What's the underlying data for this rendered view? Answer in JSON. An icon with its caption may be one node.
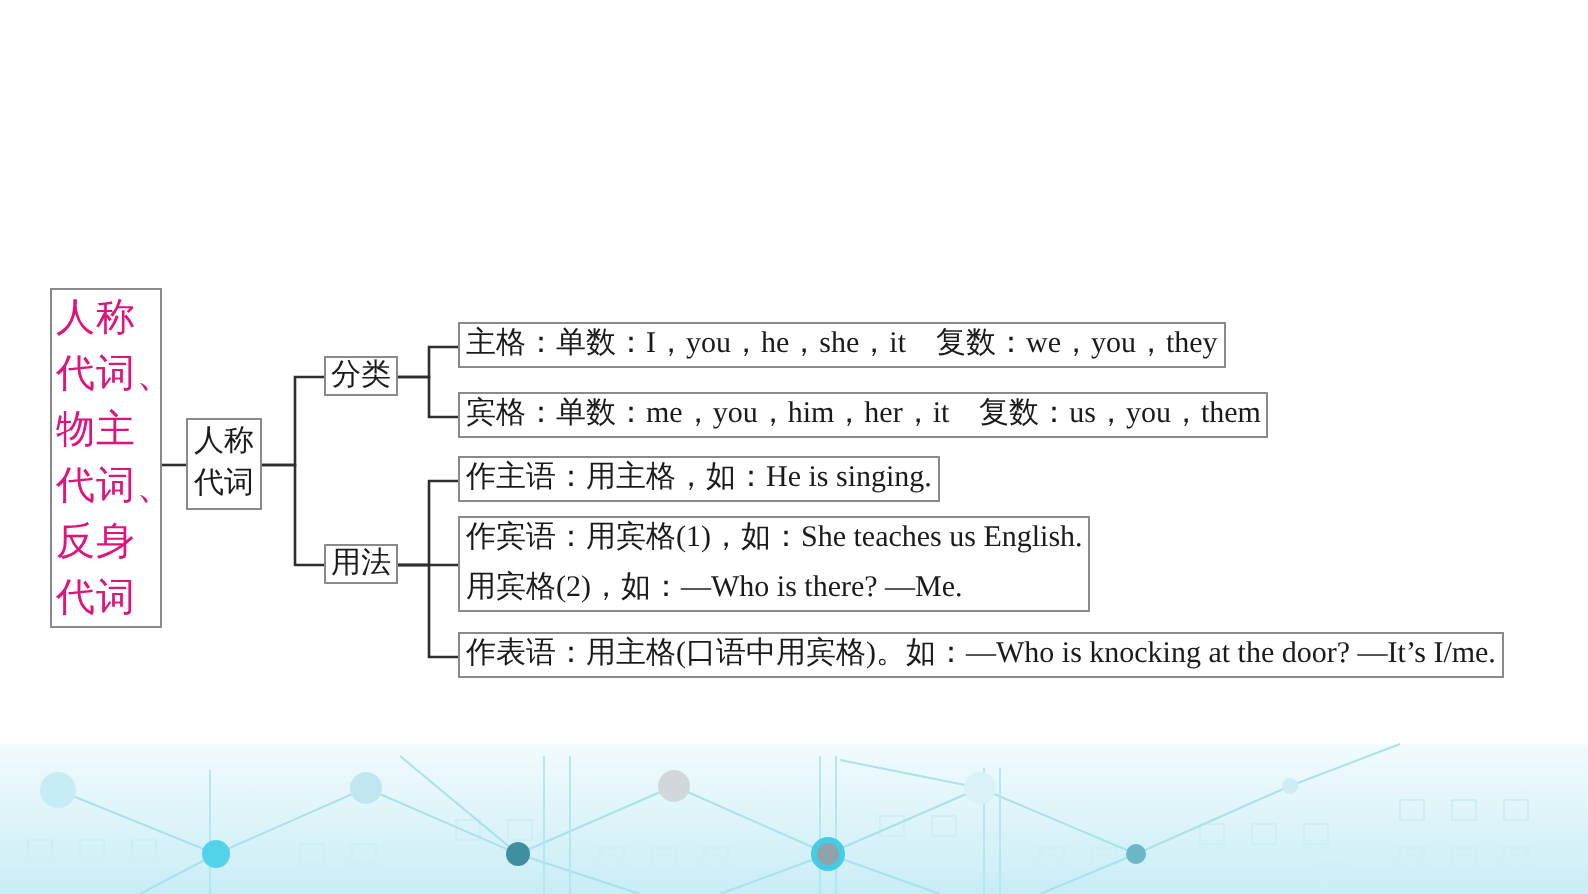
{
  "diagram": {
    "nodes": [
      {
        "text": [
          "人称代词、物主代词、反身代词"
        ]
      },
      {
        "text": [
          "人称代词"
        ]
      },
      {
        "text": [
          "分类"
        ]
      },
      {
        "text": [
          "用法"
        ]
      },
      {
        "text": [
          "主格：单数：I，you，he，she，it　复数：we，you，they"
        ]
      },
      {
        "text": [
          "宾格：单数：me，you，him，her，it　复数：us，you，them"
        ]
      },
      {
        "text": [
          "作主语：用主格，如：He is singing."
        ]
      },
      {
        "text": [
          "作宾语：用宾格(1)，如：She teaches us English.",
          "用宾格(2)，如：—Who is there? —Me."
        ]
      },
      {
        "text": [
          "作表语：用主格(口语中用宾格)。如：—Who is knocking at the door? —It’s I/me."
        ]
      }
    ],
    "edges": [
      {
        "from": 0,
        "to": 1,
        "arrow": "none"
      },
      {
        "from": 1,
        "to": 2,
        "arrow": "none"
      },
      {
        "from": 1,
        "to": 3,
        "arrow": "none"
      },
      {
        "from": 2,
        "to": 4,
        "arrow": "none"
      },
      {
        "from": 2,
        "to": 5,
        "arrow": "none"
      },
      {
        "from": 3,
        "to": 6,
        "arrow": "none"
      },
      {
        "from": 3,
        "to": 7,
        "arrow": "none"
      },
      {
        "from": 3,
        "to": 8,
        "arrow": "none"
      }
    ]
  }
}
